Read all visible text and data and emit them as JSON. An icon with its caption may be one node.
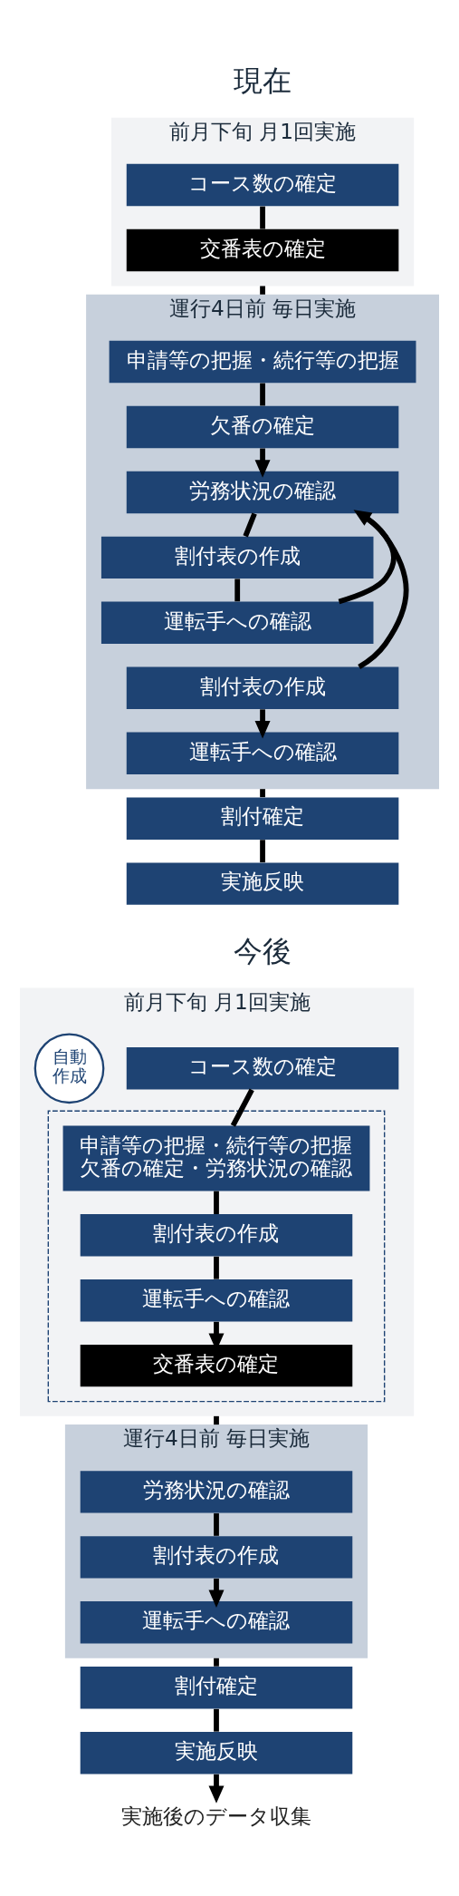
{
  "diagram": {
    "nodes": [
      {
        "text": [
          "前月下旬 月1回実施"
        ]
      },
      {
        "text": [
          "コース数の確定"
        ],
        "in": 0
      },
      {
        "text": [
          "交番表の確定"
        ],
        "in": 0
      },
      {
        "text": [
          "運行4日前 毎日実施"
        ]
      },
      {
        "text": [
          "申請等の把握・続行等の把握"
        ],
        "in": 3
      },
      {
        "text": [
          "欠番の確定"
        ],
        "in": 3
      },
      {
        "text": [
          "労務状況の確認"
        ],
        "in": 3
      },
      {
        "text": [
          "割付表の作成"
        ],
        "in": 3
      },
      {
        "text": [
          "運転手への確認"
        ],
        "in": 3
      },
      {
        "text": [
          "割付表の作成"
        ],
        "in": 3
      },
      {
        "text": [
          "運転手への確認"
        ],
        "in": 3
      },
      {
        "text": [
          "割付確定"
        ]
      },
      {
        "text": [
          "実施反映"
        ]
      },
      {
        "text": [
          "前月下旬 月1回実施"
        ]
      },
      {
        "text": [
          "コース数の確定"
        ],
        "in": 13
      },
      {
        "text": [],
        "shape": "box",
        "in": 13
      },
      {
        "text": [
          "自動作成"
        ],
        "in": 13
      },
      {
        "text": [
          "申請等の把握・続行等の把握欠番の確定・労務状況の確認"
        ],
        "in": 15
      },
      {
        "text": [
          "割付表の作成"
        ],
        "in": 15
      },
      {
        "text": [
          "運転手への確認"
        ],
        "in": 15
      },
      {
        "text": [
          "交番表の確定"
        ],
        "in": 15
      },
      {
        "text": [
          "運行4日前 毎日実施"
        ]
      },
      {
        "text": [
          "労務状況の確認"
        ],
        "in": 21
      },
      {
        "text": [
          "割付表の作成"
        ],
        "in": 21
      },
      {
        "text": [
          "運転手への確認"
        ],
        "in": 21
      },
      {
        "text": [
          "割付確定"
        ]
      },
      {
        "text": [
          "実施反映"
        ]
      },
      {
        "text": [
          "実施後のデータ収集"
        ]
      }
    ],
    "edges": [
      {
        "from": 1,
        "to": 2,
        "arrow": "none"
      },
      {
        "from": 0,
        "to": 3,
        "arrow": "none"
      },
      {
        "from": 4,
        "to": 5,
        "arrow": "none"
      },
      {
        "from": 5,
        "to": 6,
        "arrow": "to"
      },
      {
        "from": 6,
        "to": 7,
        "arrow": "none"
      },
      {
        "from": 7,
        "to": 8,
        "arrow": "none"
      },
      {
        "from": 8,
        "to": 6,
        "arrow": "to"
      },
      {
        "from": 6,
        "to": 9,
        "arrow": "none"
      },
      {
        "from": 9,
        "to": 10,
        "arrow": "to"
      },
      {
        "from": 3,
        "to": 11,
        "arrow": "none"
      },
      {
        "from": 11,
        "to": 12,
        "arrow": "none"
      },
      {
        "from": 14,
        "to": 17,
        "arrow": "none"
      },
      {
        "from": 17,
        "to": 18,
        "arrow": "none"
      },
      {
        "from": 18,
        "to": 19,
        "arrow": "none"
      },
      {
        "from": 19,
        "to": 20,
        "arrow": "to"
      },
      {
        "from": 13,
        "to": 21,
        "arrow": "none"
      },
      {
        "from": 22,
        "to": 23,
        "arrow": "none"
      },
      {
        "from": 23,
        "to": 24,
        "arrow": "to"
      },
      {
        "from": 21,
        "to": 25,
        "arrow": "none"
      },
      {
        "from": 25,
        "to": 26,
        "arrow": "none"
      },
      {
        "from": 26,
        "to": 27,
        "arrow": "to"
      }
    ],
    "labels": [
      "現在",
      "今後"
    ]
  }
}
